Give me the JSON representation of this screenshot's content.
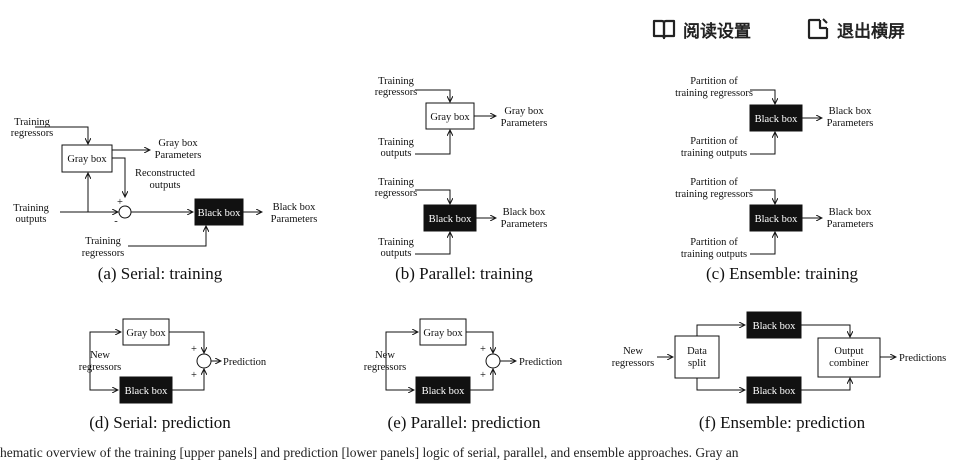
{
  "toolbar": {
    "read_settings_label": "阅读设置",
    "exit_landscape_label": "退出横屏",
    "read_settings_icon": "open-book-icon",
    "exit_landscape_icon": "exit-rotate-icon"
  },
  "panels": {
    "a": {
      "caption": "(a) Serial: training",
      "training_regressors": [
        "Training",
        "regressors"
      ],
      "gray_box": "Gray box",
      "gray_params": [
        "Gray box",
        "Parameters"
      ],
      "reconstructed": [
        "Reconstructed",
        "outputs"
      ],
      "training_outputs": [
        "Training",
        "outputs"
      ],
      "black_box": "Black box",
      "black_params": [
        "Black box",
        "Parameters"
      ],
      "training_regressors_2": [
        "Training",
        "regressors"
      ],
      "plus": "+",
      "minus": "-"
    },
    "b": {
      "caption": "(b) Parallel: training",
      "training_regressors": [
        "Training",
        "regressors"
      ],
      "gray_box": "Gray box",
      "gray_params": [
        "Gray box",
        "Parameters"
      ],
      "training_outputs": [
        "Training",
        "outputs"
      ],
      "training_regressors_2": [
        "Training",
        "regressors"
      ],
      "black_box": "Black box",
      "black_params": [
        "Black box",
        "Parameters"
      ],
      "training_outputs_2": [
        "Training",
        "outputs"
      ]
    },
    "c": {
      "caption": "(c) Ensemble: training",
      "partition_regressors": [
        "Partition of",
        "training regressors"
      ],
      "black_box": "Black box",
      "black_params": [
        "Black box",
        "Parameters"
      ],
      "partition_outputs": [
        "Partition of",
        "training outputs"
      ],
      "partition_regressors_2": [
        "Partition of",
        "training regressors"
      ],
      "black_box_2": "Black box",
      "black_params_2": [
        "Black box",
        "Parameters"
      ],
      "partition_outputs_2": [
        "Partition of",
        "training outputs"
      ]
    },
    "d": {
      "caption": "(d) Serial: prediction",
      "gray_box": "Gray box",
      "new_regressors": [
        "New",
        "regressors"
      ],
      "black_box": "Black box",
      "prediction": "Prediction",
      "plus": "+"
    },
    "e": {
      "caption": "(e) Parallel: prediction",
      "gray_box": "Gray box",
      "new_regressors": [
        "New",
        "regressors"
      ],
      "black_box": "Black box",
      "prediction": "Prediction",
      "plus": "+"
    },
    "f": {
      "caption": "(f) Ensemble: prediction",
      "new_regressors": [
        "New",
        "regressors"
      ],
      "data_split": [
        "Data",
        "split"
      ],
      "black_box": "Black box",
      "black_box_2": "Black box",
      "output_combiner": [
        "Output",
        "combiner"
      ],
      "predictions": "Predictions"
    }
  },
  "figure_caption": "hematic overview of the training [upper panels] and prediction [lower panels] logic of serial, parallel, and ensemble approaches. Gray an"
}
